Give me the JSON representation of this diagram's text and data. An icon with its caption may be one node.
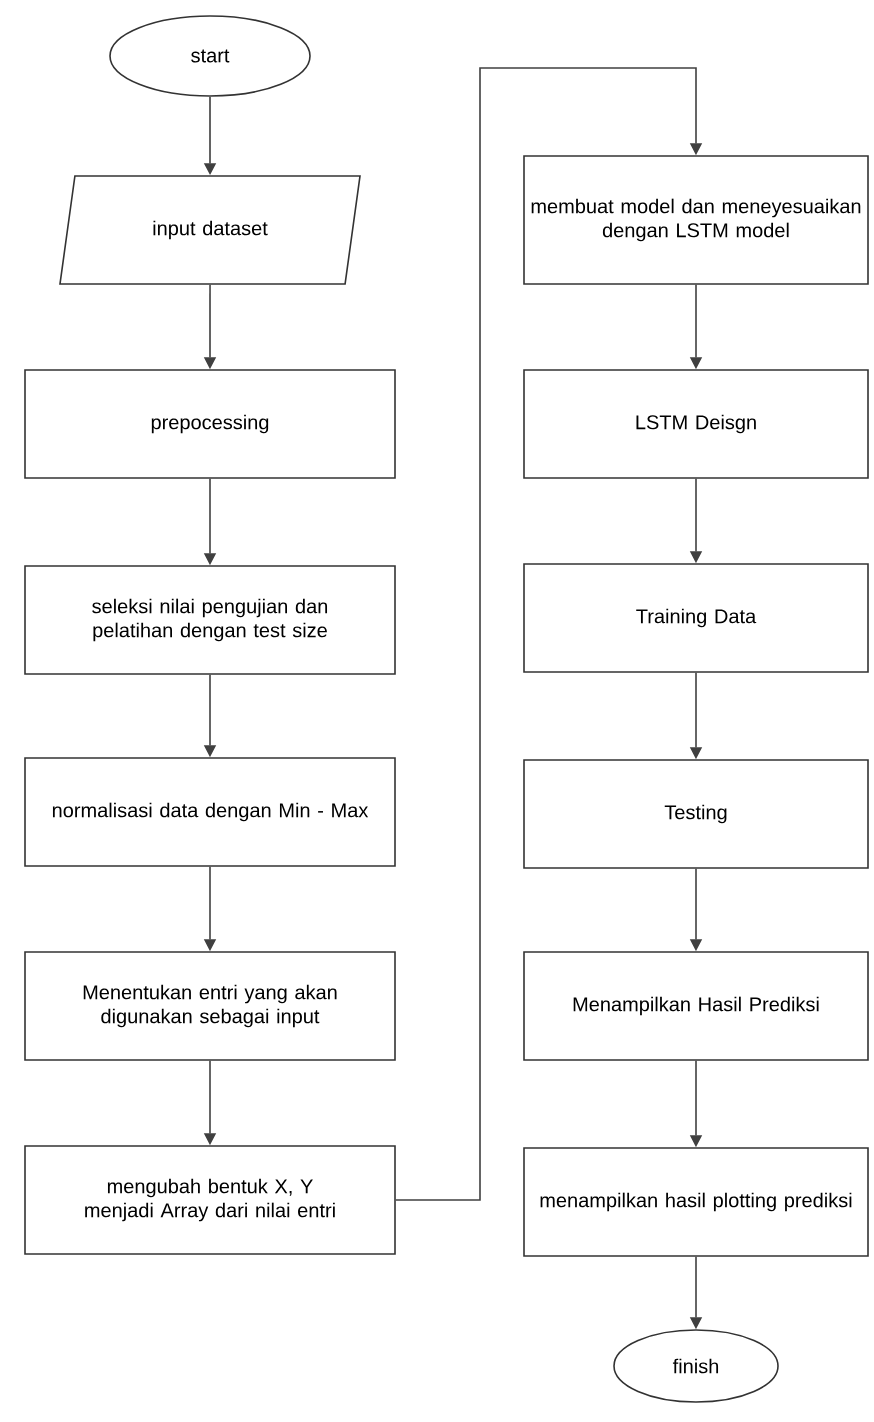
{
  "diagram": {
    "nodes": [
      {
        "text": [
          "start"
        ]
      },
      {
        "text": [
          "input dataset"
        ]
      },
      {
        "text": [
          "prepocessing"
        ]
      },
      {
        "text": [
          "seleksi nilai pengujian dan pelatihan dengan test size"
        ]
      },
      {
        "text": [
          "normalisasi data dengan Min - Max"
        ]
      },
      {
        "text": [
          "Menentukan entri yang akan digunakan sebagai input"
        ]
      },
      {
        "text": [
          "mengubah bentuk X, Y menjadi Array dari nilai entri"
        ]
      },
      {
        "text": [
          "membuat model dan meneyesuaikan dengan LSTM model"
        ]
      },
      {
        "text": [
          "LSTM Deisgn"
        ]
      },
      {
        "text": [
          "Training Data"
        ]
      },
      {
        "text": [
          "Testing"
        ]
      },
      {
        "text": [
          "Menampilkan Hasil Prediksi"
        ]
      },
      {
        "text": [
          "menampilkan hasil plotting prediksi"
        ]
      },
      {
        "text": [
          "finish"
        ]
      }
    ],
    "edges": [
      {
        "from": 0,
        "to": 1,
        "arrow": "to"
      },
      {
        "from": 1,
        "to": 2,
        "arrow": "to"
      },
      {
        "from": 2,
        "to": 3,
        "arrow": "to"
      },
      {
        "from": 3,
        "to": 4,
        "arrow": "to"
      },
      {
        "from": 4,
        "to": 5,
        "arrow": "to"
      },
      {
        "from": 5,
        "to": 6,
        "arrow": "to"
      },
      {
        "from": 6,
        "to": 7,
        "arrow": "to"
      },
      {
        "from": 7,
        "to": 8,
        "arrow": "to"
      },
      {
        "from": 8,
        "to": 9,
        "arrow": "to"
      },
      {
        "from": 9,
        "to": 10,
        "arrow": "to"
      },
      {
        "from": 10,
        "to": 11,
        "arrow": "to"
      },
      {
        "from": 11,
        "to": 12,
        "arrow": "to"
      },
      {
        "from": 12,
        "to": 13,
        "arrow": "to"
      }
    ]
  }
}
